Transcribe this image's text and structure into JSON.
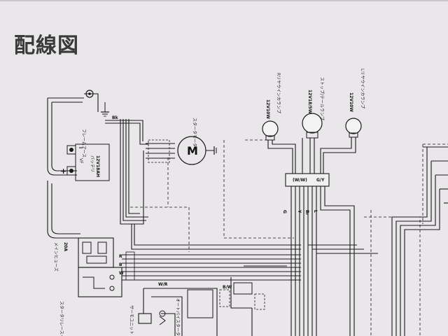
{
  "title": "配線図",
  "components": {
    "frame_ground": "フレームアース",
    "starter_motor": "スタータモータ",
    "battery": "バッテリ",
    "battery_spec": "12V18AH",
    "battery_code": "VF",
    "main_fuse": "メインヒューズ",
    "main_fuse_rating": "20A",
    "starter_relay": "スタータリレースイッチ",
    "auto_bystarter": "オートバイスタータ",
    "thermo_unit": "サーモユニット",
    "motor_symbol": "M",
    "plus_symbol": "+",
    "minus_symbol": "−"
  },
  "lamps": [
    {
      "spec": "12V10W",
      "name": "Rリヤウインカランプ"
    },
    {
      "spec": "12V18/5W",
      "name": "ストップ/テールランプ"
    },
    {
      "spec": "12V10W",
      "name": "Lリヤウインカランプ"
    }
  ],
  "connector_label": "(W/W)",
  "wire_colors": [
    "B",
    "Bk",
    "W",
    "R",
    "G",
    "Y",
    "Br",
    "L",
    "W/R",
    "G/Y",
    "B/W"
  ],
  "colors": {
    "wire": "#1a1a1a",
    "paper": "#e9e7e9",
    "title": "#3a3a3a"
  }
}
